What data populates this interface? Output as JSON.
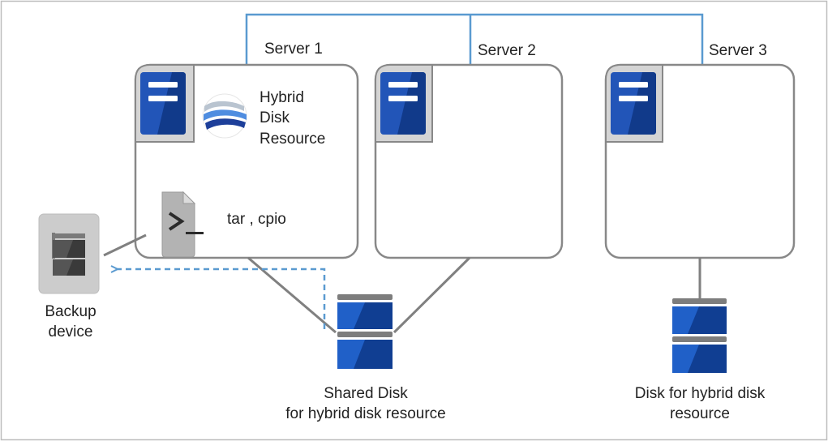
{
  "servers": [
    {
      "label": "Server 1"
    },
    {
      "label": "Server 2"
    },
    {
      "label": "Server 3"
    }
  ],
  "hybrid_resource": {
    "line1": "Hybrid",
    "line2": "Disk",
    "line3": "Resource"
  },
  "command": {
    "text": "tar , cpio"
  },
  "backup_device": {
    "line1": "Backup",
    "line2": "device"
  },
  "shared_disk": {
    "line1": "Shared Disk",
    "line2": "for hybrid disk resource"
  },
  "hybrid_disk": {
    "line1": "Disk for hybrid disk",
    "line2": "resource"
  },
  "colors": {
    "network_line": "#5a9ad0",
    "frame_border": "#888888",
    "server_blue": "#2255b8",
    "server_dark": "#113a8a",
    "disk_blue": "#2060c8",
    "disk_dark": "#103e92",
    "disk_cap": "#7d7d7d",
    "gray_device": "#cccccc",
    "connector": "#808080"
  }
}
